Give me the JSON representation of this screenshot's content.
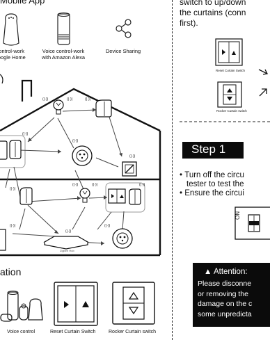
{
  "left": {
    "top_title": "Mobile App",
    "devices": [
      {
        "label_line1": "Control-work",
        "label_line2": "Google Home"
      },
      {
        "label_line1": "Voice control-work",
        "label_line2": "with Amazon Alexa"
      },
      {
        "label_line1": "Device Sharing",
        "label_line2": ""
      }
    ],
    "hub_label": "Zigbee Hub",
    "signal_glyph": "((·))",
    "bottom_heading": "ation",
    "bottom_items": [
      {
        "label": "Voice control"
      },
      {
        "label": "Reset Curtain Switch"
      },
      {
        "label": "Rocker Curtain switch"
      }
    ]
  },
  "right": {
    "intro_lines": [
      "switch to up/down",
      "the curtains (conn",
      "first)."
    ],
    "switch_labels": [
      "Reset Curtain Switch",
      "Rocker Curtain switch"
    ],
    "step_label": "Step 1",
    "bullets": [
      "Turn off the circu",
      "tester to test the",
      "Ensure the circui"
    ],
    "breaker_on": "ON",
    "attention": {
      "title": "Attention:",
      "lines": [
        "Please disconne",
        "or removing the",
        "damage on the c",
        "some unpredicta"
      ]
    }
  },
  "colors": {
    "ink": "#111111",
    "step_bg": "#0b0b0b",
    "signal": "#333333"
  }
}
